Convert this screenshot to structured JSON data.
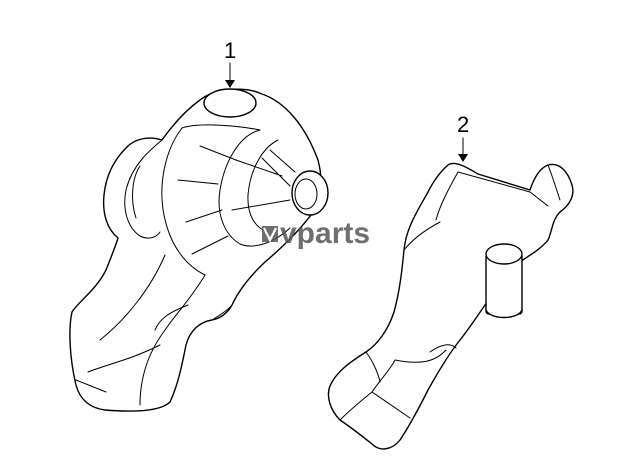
{
  "callouts": [
    {
      "number": "1"
    },
    {
      "number": "2"
    }
  ],
  "watermark": {
    "text": "vparts",
    "icon": "lv-logo-icon"
  },
  "colors": {
    "line": "#000000",
    "background": "#ffffff",
    "watermark": "#555555"
  }
}
